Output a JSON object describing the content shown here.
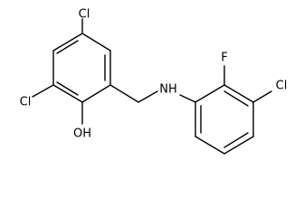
{
  "molecule": {
    "atom_labels": {
      "cl_top": "Cl",
      "cl_left": "Cl",
      "oh": "OH",
      "nh": "NH",
      "f": "F",
      "cl_right": "Cl"
    }
  }
}
